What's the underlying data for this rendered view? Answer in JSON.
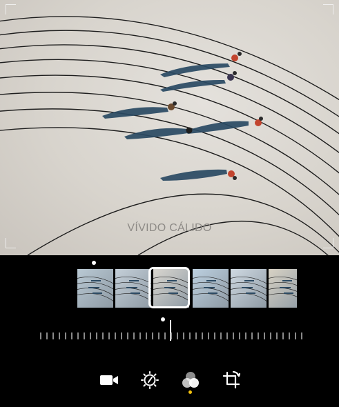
{
  "editor": {
    "filter_name": "VÍVIDO CÁLIDO",
    "selected_filter_index": 2,
    "filters": [
      "filter-1",
      "filter-2",
      "filter-3",
      "filter-4",
      "filter-5",
      "filter-6",
      "filter-7"
    ],
    "intensity_level": 0.5
  },
  "toolbar": {
    "items": [
      {
        "name": "video-icon"
      },
      {
        "name": "adjust-dial-icon"
      },
      {
        "name": "filters-icon",
        "active": true
      },
      {
        "name": "crop-rotate-icon"
      }
    ]
  },
  "colors": {
    "background": "#000000",
    "accent": "#f4c20d",
    "photo_surface": "#dcd8d2"
  }
}
